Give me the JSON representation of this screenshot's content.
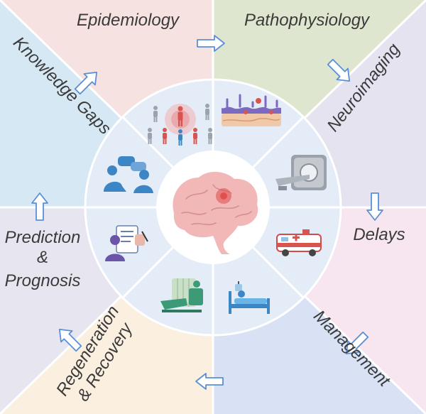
{
  "sections": {
    "epidemiology": {
      "label": "Epidemiology",
      "color": "#f6e3e1"
    },
    "pathophysiology": {
      "label": "Pathophysiology",
      "color": "#dfe6cf"
    },
    "neuroimaging": {
      "label": "Neuroimaging",
      "color": "#e6e3f0"
    },
    "delays": {
      "label": "Delays",
      "color": "#f7e6f0"
    },
    "management": {
      "label": "Management",
      "color": "#d9e2f5"
    },
    "regeneration": {
      "line1": "Regeneration",
      "line2": "& Recovery",
      "color": "#fbefdf"
    },
    "prediction": {
      "line1": "Prediction",
      "line2": "&",
      "line3": "Prognosis",
      "color": "#e7e5f0"
    },
    "knowledge_gaps": {
      "label": "Knowledge Gaps",
      "color": "#d7e8f5"
    }
  },
  "colors": {
    "wheel": "#e4ecf7",
    "wheel_inner": "#ffffff",
    "arrow_fill": "#ffffff",
    "arrow_stroke": "#5b8fd6",
    "icon_blue": "#3d86c6",
    "icon_purple": "#6a55a8",
    "icon_red": "#d9534f",
    "icon_green": "#3c9a77",
    "brain": "#f2b8b8",
    "brain_spot": "#e04848"
  },
  "icons": [
    "people-network-icon",
    "tissue-icon",
    "mri-scanner-icon",
    "ambulance-icon",
    "hospital-bed-icon",
    "rehab-chair-icon",
    "doctor-report-icon",
    "conversation-icon",
    "brain-icon"
  ]
}
